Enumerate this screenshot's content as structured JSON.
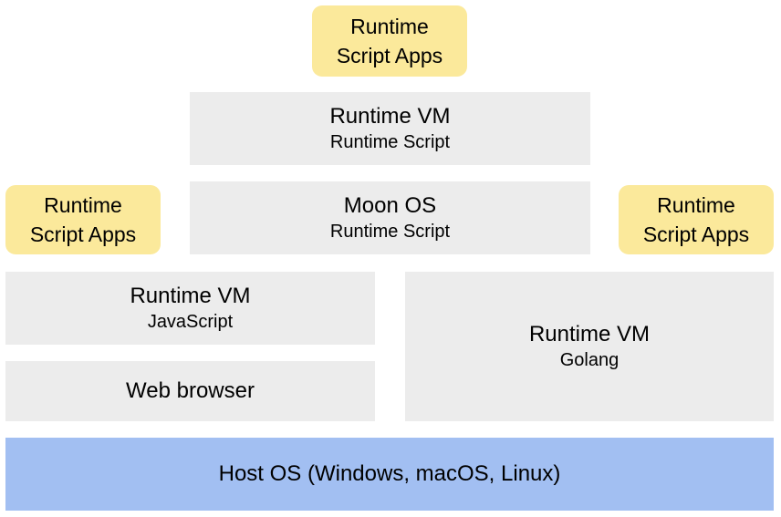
{
  "top_app": {
    "line1": "Runtime",
    "line2": "Script Apps"
  },
  "runtime_vm_script": {
    "title": "Runtime VM",
    "subtitle": "Runtime Script"
  },
  "moon_os": {
    "title": "Moon OS",
    "subtitle": "Runtime Script"
  },
  "left_app": {
    "line1": "Runtime",
    "line2": "Script Apps"
  },
  "right_app": {
    "line1": "Runtime",
    "line2": "Script Apps"
  },
  "runtime_vm_js": {
    "title": "Runtime VM",
    "subtitle": "JavaScript"
  },
  "web_browser": {
    "title": "Web browser"
  },
  "runtime_vm_go": {
    "title": "Runtime VM",
    "subtitle": "Golang"
  },
  "host_os": {
    "title": "Host OS (Windows, macOS, Linux)"
  },
  "colors": {
    "layer": "#ececec",
    "app": "#fbe99b",
    "host": "#a2bff2"
  }
}
